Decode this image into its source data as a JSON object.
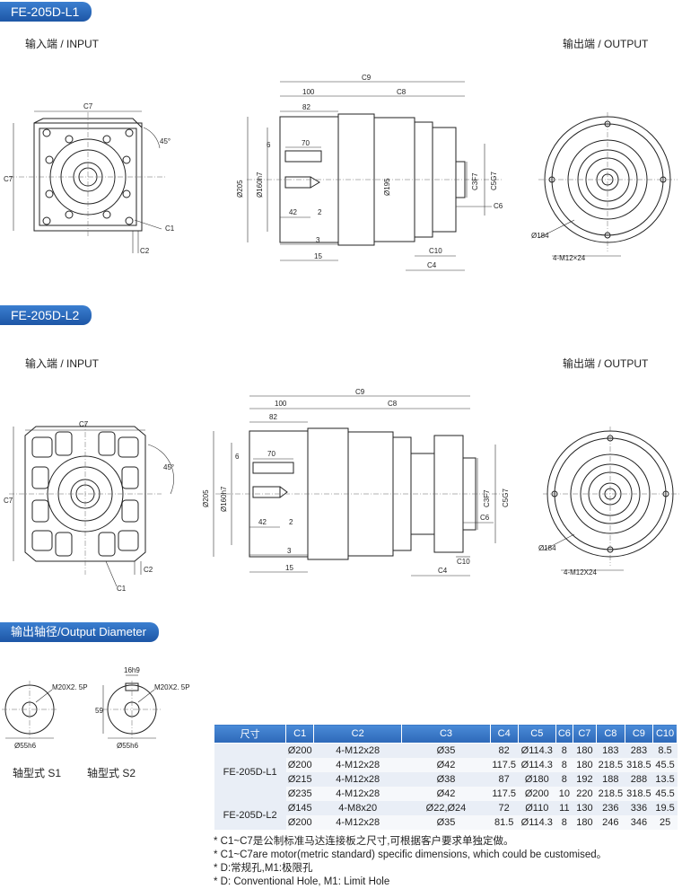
{
  "section1": {
    "title": "FE-205D-L1",
    "input_label": "输入端 / INPUT",
    "output_label": "输出端 / OUTPUT"
  },
  "section2": {
    "title": "FE-205D-L2",
    "input_label": "输入端 / INPUT",
    "output_label": "输出端 / OUTPUT"
  },
  "section3": {
    "title": "输出轴径/Output Diameter",
    "s1_label": "轴型式 S1",
    "s2_label": "轴型式 S2"
  },
  "dims_l1": {
    "c7": "C7",
    "c9": "C9",
    "c8": "C8",
    "d100": "100",
    "d82": "82",
    "d70": "70",
    "d6": "6",
    "d42": "42",
    "d2": "2",
    "d3": "3",
    "d15": "15",
    "phi205": "Ø205",
    "phi160": "Ø160h7",
    "phi195": "Ø195",
    "c3": "C3F7",
    "c5": "C5G7",
    "c6": "C6",
    "c10": "C10",
    "c4": "C4",
    "c1": "C1",
    "c2": "C2",
    "angle": "45°",
    "phi184": "Ø184",
    "holes": "4-M12×24"
  },
  "dims_l2": {
    "c7": "C7",
    "c9": "C9",
    "c8": "C8",
    "d100": "100",
    "d82": "82",
    "d70": "70",
    "d6": "6",
    "d42": "42",
    "d2": "2",
    "d3": "3",
    "d15": "15",
    "phi205": "Ø205",
    "phi160": "Ø160h7",
    "c3": "C3F7",
    "c5": "C5G7",
    "c6": "C6",
    "c10": "C10",
    "c4": "C4",
    "c1": "C1",
    "c2": "C2",
    "angle": "45°",
    "phi184": "Ø184",
    "holes": "4-M12X24"
  },
  "shaft": {
    "thread": "M20X2. 5P",
    "s1_dia": "Ø55h6",
    "s2_dia": "Ø55h6",
    "key": "16h9",
    "depth": "59"
  },
  "table": {
    "headers": [
      "尺寸",
      "C1",
      "C2",
      "C3",
      "C4",
      "C5",
      "C6",
      "C7",
      "C8",
      "C9",
      "C10"
    ],
    "groups": [
      {
        "model": "FE-205D-L1",
        "rows": [
          [
            "Ø200",
            "4-M12x28",
            "Ø35",
            "82",
            "Ø114.3",
            "8",
            "180",
            "183",
            "283",
            "8.5"
          ],
          [
            "Ø200",
            "4-M12x28",
            "Ø42",
            "117.5",
            "Ø114.3",
            "8",
            "180",
            "218.5",
            "318.5",
            "45.5"
          ],
          [
            "Ø215",
            "4-M12x28",
            "Ø38",
            "87",
            "Ø180",
            "8",
            "192",
            "188",
            "288",
            "13.5"
          ],
          [
            "Ø235",
            "4-M12x28",
            "Ø42",
            "117.5",
            "Ø200",
            "10",
            "220",
            "218.5",
            "318.5",
            "45.5"
          ]
        ]
      },
      {
        "model": "FE-205D-L2",
        "rows": [
          [
            "Ø145",
            "4-M8x20",
            "Ø22,Ø24",
            "72",
            "Ø110",
            "11",
            "130",
            "236",
            "336",
            "19.5"
          ],
          [
            "Ø200",
            "4-M12x28",
            "Ø35",
            "81.5",
            "Ø114.3",
            "8",
            "180",
            "246",
            "346",
            "25"
          ]
        ]
      }
    ]
  },
  "notes": [
    "* C1~C7是公制标准马达连接板之尺寸,可根据客户要求单独定做。",
    "* C1~C7are motor(metric standard)  specific dimensions, which could be customised。",
    "* D:常规孔,M1:极限孔",
    "* D: Conventional Hole, M1: Limit Hole"
  ],
  "colors": {
    "tag": "#2d68b8",
    "header": "#3b7bcc",
    "row_a": "#e9eef6",
    "row_b": "#f6f8fb"
  }
}
